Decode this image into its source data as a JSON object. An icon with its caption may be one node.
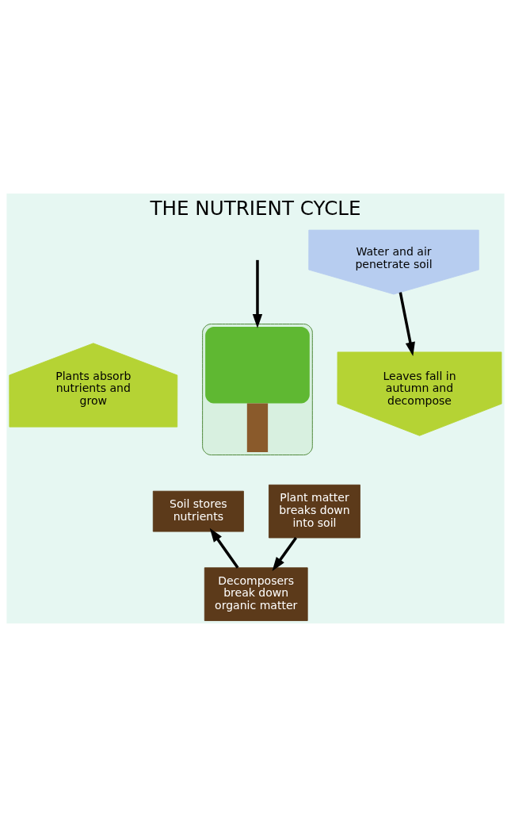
{
  "diagram": {
    "title": "THE NUTRIENT CYCLE",
    "nodes": [
      {
        "text": [
          "Water and air penetrate soil"
        ]
      },
      {
        "text": [],
        "shape": "picture"
      },
      {
        "text": [
          "Plants absorb nutrients and grow"
        ]
      },
      {
        "text": [
          "Leaves fall in autumn and decompose"
        ]
      },
      {
        "text": [
          "Plant matter breaks down into soil"
        ]
      },
      {
        "text": [
          "Soil stores nutrients"
        ]
      },
      {
        "text": [
          "Decomposers break down organic matter"
        ]
      }
    ],
    "edges": [
      {
        "from": 0,
        "to": 3,
        "arrow": "to"
      },
      {
        "from": null,
        "to": 1,
        "arrow": "to"
      },
      {
        "from": 4,
        "to": 6,
        "arrow": "to"
      },
      {
        "from": 6,
        "to": 5,
        "arrow": "to"
      }
    ]
  }
}
